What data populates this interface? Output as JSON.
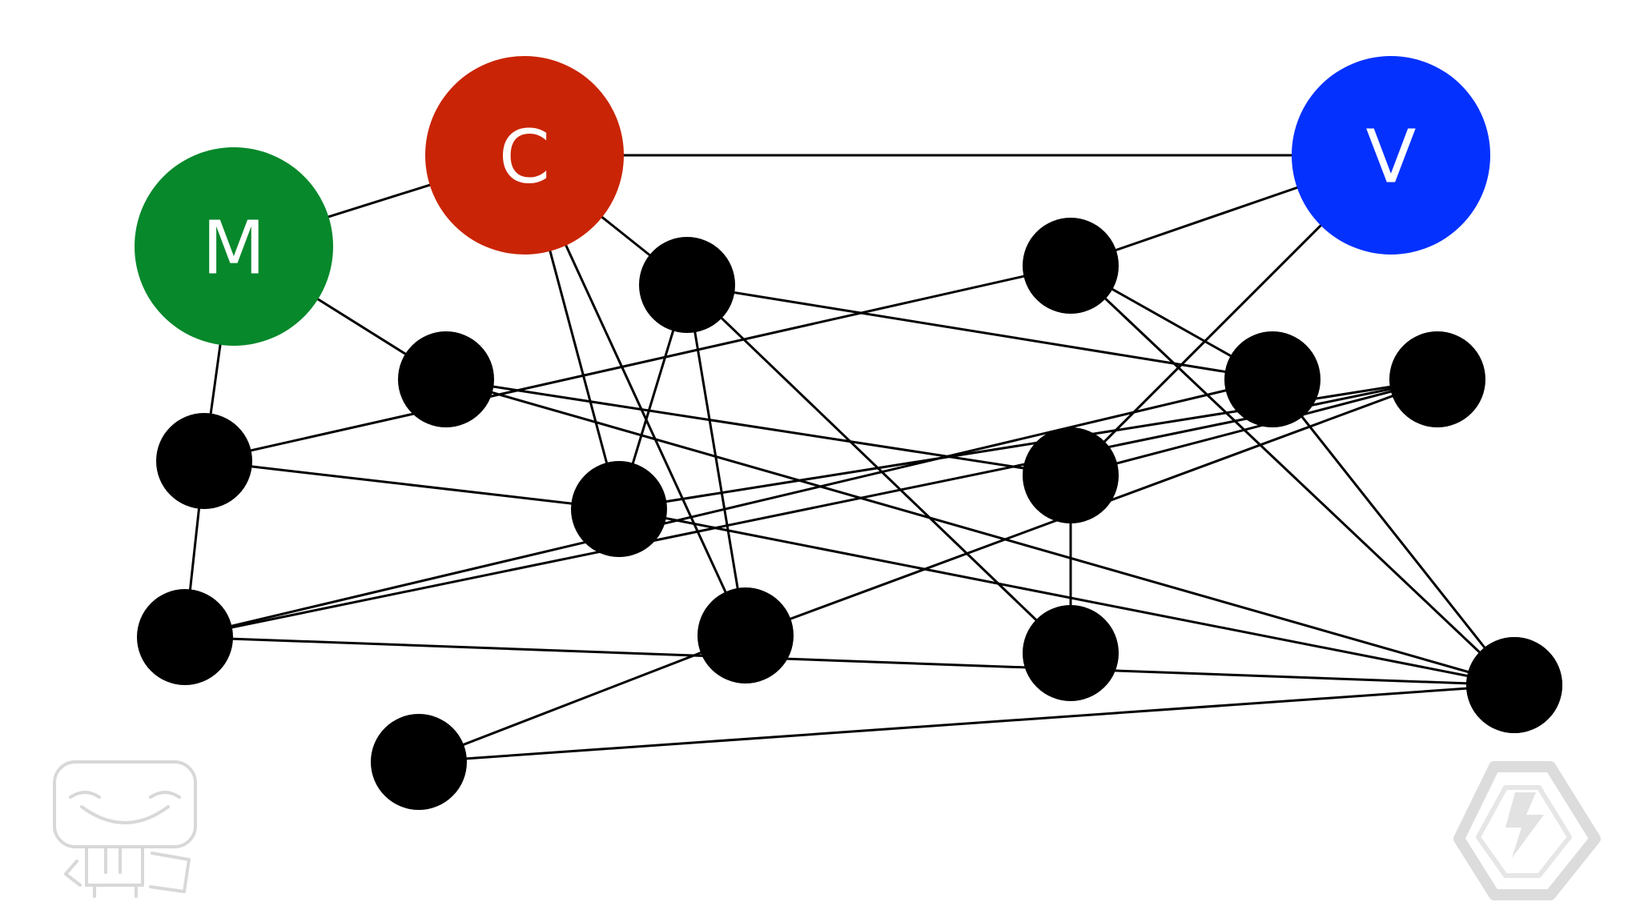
{
  "diagram": {
    "labeled_nodes": [
      {
        "id": "M",
        "label": "M",
        "color": "#06882b"
      },
      {
        "id": "C",
        "label": "C",
        "color": "#c92405"
      },
      {
        "id": "V",
        "label": "V",
        "color": "#0531ff"
      }
    ],
    "plain_node_color": "#000000",
    "edge_color": "#000000",
    "nodes": [
      "M",
      "C",
      "V",
      "n1",
      "n2",
      "n3",
      "n4",
      "n5",
      "n6",
      "n7",
      "n8",
      "n9",
      "n10",
      "n11",
      "n12",
      "n13",
      "n14",
      "n15"
    ],
    "edges": [
      [
        "M",
        "C"
      ],
      [
        "C",
        "V"
      ],
      [
        "C",
        "n3"
      ],
      [
        "C",
        "n1"
      ],
      [
        "C",
        "n7"
      ],
      [
        "M",
        "n4"
      ],
      [
        "M",
        "n5"
      ],
      [
        "n3",
        "n1"
      ],
      [
        "n3",
        "n7"
      ],
      [
        "n3",
        "n8"
      ],
      [
        "n3",
        "n11"
      ],
      [
        "n4",
        "n9"
      ],
      [
        "n4",
        "n13"
      ],
      [
        "n5",
        "n6"
      ],
      [
        "n5",
        "n10"
      ],
      [
        "n1",
        "n5"
      ],
      [
        "n1",
        "n14"
      ],
      [
        "n1",
        "n12"
      ],
      [
        "V",
        "n10"
      ],
      [
        "V",
        "n9"
      ],
      [
        "n6",
        "n12"
      ],
      [
        "n6",
        "n11"
      ],
      [
        "n6",
        "n14"
      ],
      [
        "n9",
        "n8"
      ],
      [
        "n9",
        "n12"
      ],
      [
        "n10",
        "n11"
      ],
      [
        "n10",
        "n13"
      ],
      [
        "n11",
        "n13"
      ],
      [
        "n12",
        "n7"
      ],
      [
        "n13",
        "n14"
      ],
      [
        "n2",
        "n7"
      ],
      [
        "n2",
        "n14"
      ]
    ]
  },
  "watermarks": [
    {
      "icon": "smiling-robot-icon",
      "color": "#d8d8d8"
    },
    {
      "icon": "lightning-hexagon-icon",
      "color": "#d8d8d8"
    }
  ]
}
